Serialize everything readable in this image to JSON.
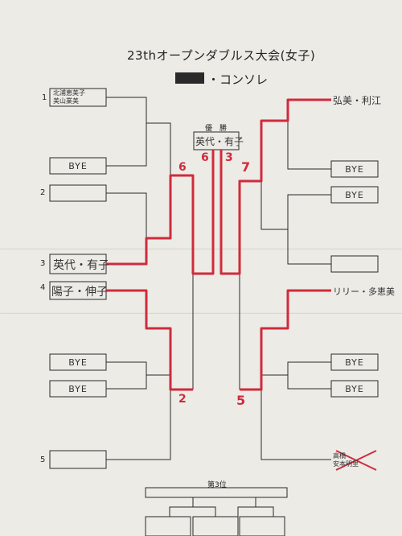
{
  "title": "23thオープンダブルス大会(女子)",
  "subtitle": "・コンソレ",
  "champion_label": "優　勝",
  "champion_name": "英代・有子",
  "third_place_label": "第3位",
  "bye_label": "BYE",
  "seeds": [
    "1",
    "2",
    "3",
    "4",
    "5"
  ],
  "left_entries": {
    "e1_line1": "北浦恵美子",
    "e1_line2": "美山業美",
    "e3": "英代・有子",
    "e4": "陽子・伸子"
  },
  "right_entries": {
    "r1": "弘美・利江",
    "r4": "リリー・多恵美",
    "r7_line1": "高橋",
    "r7_line2": "安本明里"
  },
  "scores": [
    "6",
    "6",
    "3",
    "7",
    "2",
    "5"
  ],
  "colors": {
    "winner_line": "#d02b3c",
    "paper": "#ecebe6",
    "ink": "#222222"
  }
}
